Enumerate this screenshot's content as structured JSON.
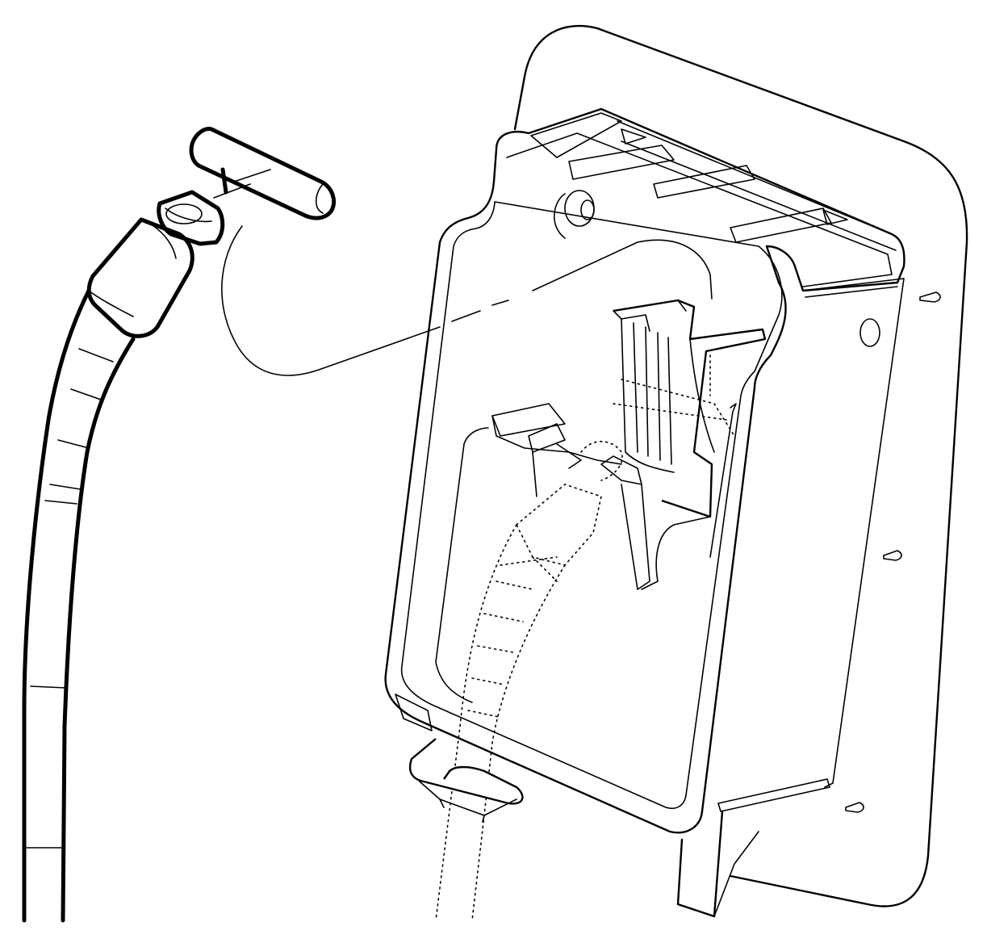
{
  "figure": {
    "kind": "exploded-view line drawing",
    "colors": {
      "line": "#000000",
      "background": "#ffffff"
    },
    "parts": [
      "cable-harness",
      "t-handle-tool",
      "connector-boot",
      "mounting-panel",
      "housing-box",
      "mounting-hook",
      "hidden-cable-path"
    ]
  }
}
